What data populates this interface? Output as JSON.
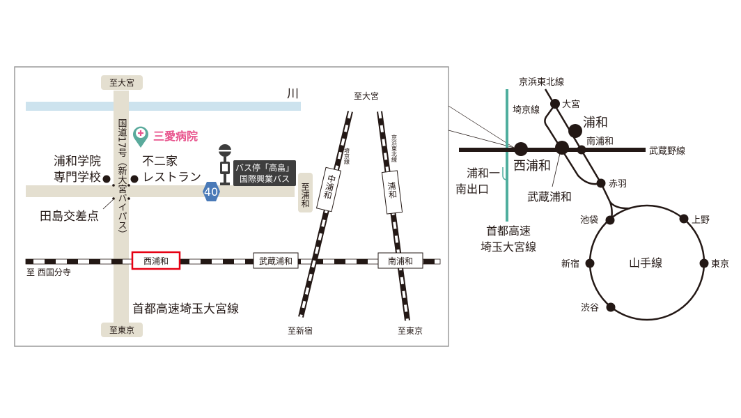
{
  "colors": {
    "road": "#e4dfd0",
    "river": "#cde3ee",
    "hospital": "#e8538c",
    "pin": "#5aaa9c",
    "route_sign": "#4a7ab8",
    "expressway": "#4fae9e",
    "highlight": "#e60012"
  },
  "detail_map": {
    "to_omiya_road": "至大宮",
    "to_tokyo_road": "至東京",
    "to_urawa_road": "至浦和",
    "river": "川",
    "road_name": "国道17号（新大宮バイパス）",
    "hospital": "三愛病院",
    "school": [
      "浦和学院",
      "専門学校"
    ],
    "restaurant": [
      "不二家",
      "レストラン"
    ],
    "intersection": "田島交差点",
    "bus_stop": [
      "バス停「高畠」",
      "国際興業バス"
    ],
    "route_number": "40",
    "to_nishikokubunji": "至 西国分寺",
    "stations": {
      "nishi_urawa": "西浦和",
      "musashi_urawa": "武蔵浦和",
      "minami_urawa": "南浦和",
      "naka_urawa": "中浦和",
      "urawa": "浦和"
    },
    "expressway": "首都高速埼玉大宮線",
    "to_omiya_rail": "至大宮",
    "to_shinjuku": "至新宿",
    "to_tokyo_rail": "至東京",
    "saikyo_line": "埼京線",
    "keihin_line": "京浜東北線"
  },
  "route_map": {
    "keihin_line": "京浜東北線",
    "saikyo_line": "埼京線",
    "musashino_line": "武蔵野線",
    "yamanote_line": "山手線",
    "expressway": [
      "首都高速",
      "埼玉大宮線"
    ],
    "exit": [
      "浦和一",
      "南出口"
    ],
    "stations": {
      "omiya": "大宮",
      "urawa": "浦和",
      "minami_urawa": "南浦和",
      "nishi_urawa": "西浦和",
      "musashi_urawa": "武蔵浦和",
      "akabane": "赤羽",
      "ikebukuro": "池袋",
      "ueno": "上野",
      "shinjuku": "新宿",
      "tokyo": "東京",
      "shibuya": "渋谷"
    }
  }
}
